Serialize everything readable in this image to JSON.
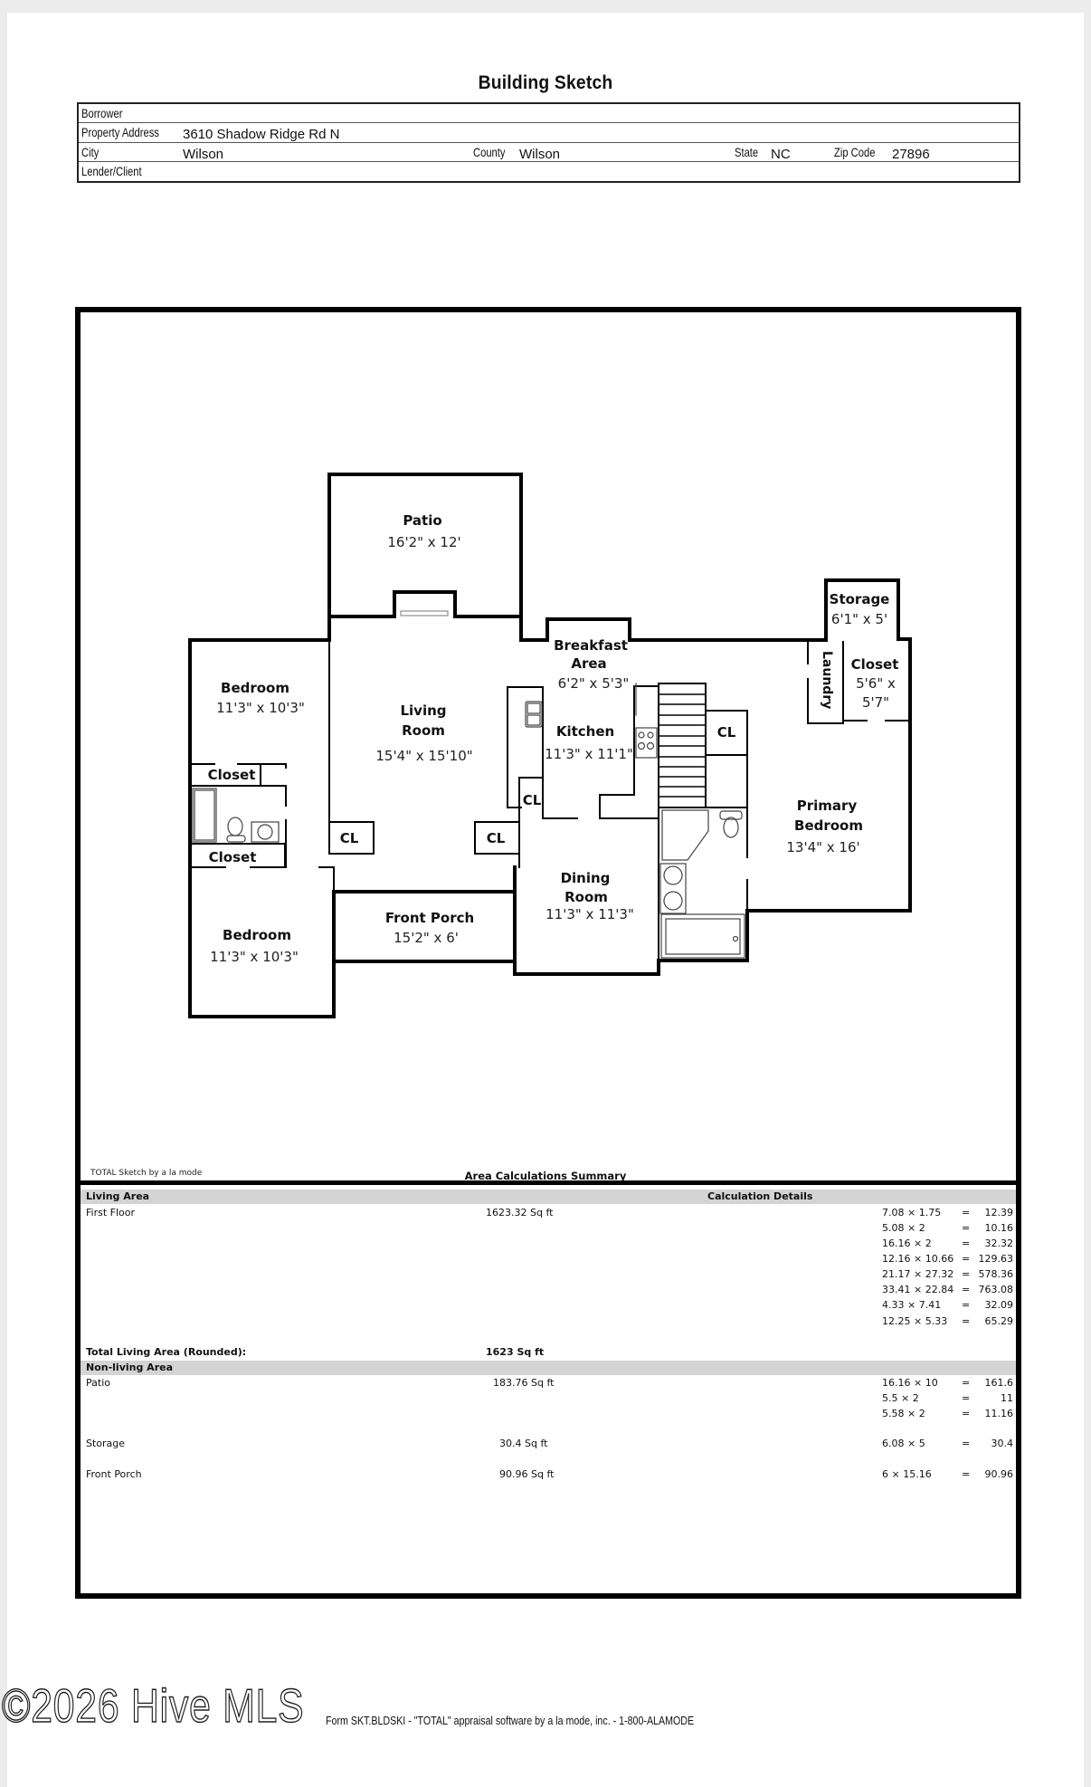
{
  "document": {
    "title": "Building Sketch"
  },
  "header": {
    "borrower_label": "Borrower",
    "borrower_value": "",
    "property_address_label": "Property Address",
    "property_address_value": "3610 Shadow Ridge Rd N",
    "city_label": "City",
    "city_value": "Wilson",
    "county_label": "County",
    "county_value": "Wilson",
    "state_label": "State",
    "state_value": "NC",
    "zip_label": "Zip Code",
    "zip_value": "27896",
    "lender_label": "Lender/Client",
    "lender_value": ""
  },
  "floor_plan": {
    "rooms": [
      {
        "name": "Patio",
        "dims": "16'2\" x 12'"
      },
      {
        "name": "Storage",
        "dims": "6'1\" x 5'"
      },
      {
        "name": "Breakfast Area",
        "name_lines": [
          "Breakfast",
          "Area"
        ],
        "dims": "6'2\" x 5'3\""
      },
      {
        "name": "Bedroom",
        "dims": "11'3\" x 10'3\""
      },
      {
        "name": "Living Room",
        "name_lines": [
          "Living",
          "Room"
        ],
        "dims": "15'4\" x 15'10\""
      },
      {
        "name": "Kitchen",
        "dims": "11'3\" x 11'1\""
      },
      {
        "name": "Laundry",
        "dims": ""
      },
      {
        "name": "Closet",
        "dims_lines": [
          "5'6\" x",
          "5'7\""
        ]
      },
      {
        "name": "CL",
        "dims": ""
      },
      {
        "name": "Closet",
        "dims": ""
      },
      {
        "name": "CL",
        "dims": ""
      },
      {
        "name": "Primary Bedroom",
        "name_lines": [
          "Primary",
          "Bedroom"
        ],
        "dims": "13'4\" x 16'"
      },
      {
        "name": "CL",
        "dims": ""
      },
      {
        "name": "CL",
        "dims": ""
      },
      {
        "name": "Closet",
        "dims": ""
      },
      {
        "name": "Dining Room",
        "name_lines": [
          "Dining",
          "Room"
        ],
        "dims": "11'3\" x 11'3\""
      },
      {
        "name": "Front Porch",
        "dims": "15'2\" x 6'"
      },
      {
        "name": "Bedroom",
        "dims": "11'3\" x 10'3\""
      }
    ]
  },
  "summary": {
    "credit": "TOTAL Sketch by a la mode",
    "title": "Area Calculations Summary",
    "living_area_header": "Living Area",
    "calc_details_header": "Calculation Details",
    "living_rows": [
      {
        "label": "First Floor",
        "area": "1623.32 Sq ft"
      }
    ],
    "living_calcs": [
      {
        "expr": "7.08 × 1.75",
        "eq": "=",
        "result": "12.39"
      },
      {
        "expr": "5.08 × 2",
        "eq": "=",
        "result": "10.16"
      },
      {
        "expr": "16.16 × 2",
        "eq": "=",
        "result": "32.32"
      },
      {
        "expr": "12.16 × 10.66",
        "eq": "=",
        "result": "129.63"
      },
      {
        "expr": "21.17 × 27.32",
        "eq": "=",
        "result": "578.36"
      },
      {
        "expr": "33.41 × 22.84",
        "eq": "=",
        "result": "763.08"
      },
      {
        "expr": "4.33 × 7.41",
        "eq": "=",
        "result": "32.09"
      },
      {
        "expr": "12.25 × 5.33",
        "eq": "=",
        "result": "65.29"
      }
    ],
    "total_label": "Total Living Area (Rounded):",
    "total_value": "1623 Sq ft",
    "non_living_header": "Non-living Area",
    "non_living_rows": [
      {
        "label": "Patio",
        "area": "183.76 Sq ft"
      },
      {
        "label": "Storage",
        "area": "30.4 Sq ft"
      },
      {
        "label": "Front Porch",
        "area": "90.96 Sq ft"
      }
    ],
    "non_living_calcs": [
      {
        "expr": "16.16 × 10",
        "eq": "=",
        "result": "161.6"
      },
      {
        "expr": "5.5 × 2",
        "eq": "=",
        "result": "11"
      },
      {
        "expr": "5.58 × 2",
        "eq": "=",
        "result": "11.16"
      },
      {
        "expr": "6.08 × 5",
        "eq": "=",
        "result": "30.4"
      },
      {
        "expr": "6 × 15.16",
        "eq": "=",
        "result": "90.96"
      }
    ]
  },
  "footer": {
    "text": "Form SKT.BLDSKI - \"TOTAL\" appraisal software by a la mode, inc. - 1-800-ALAMODE",
    "watermark": "©2026 Hive MLS"
  }
}
